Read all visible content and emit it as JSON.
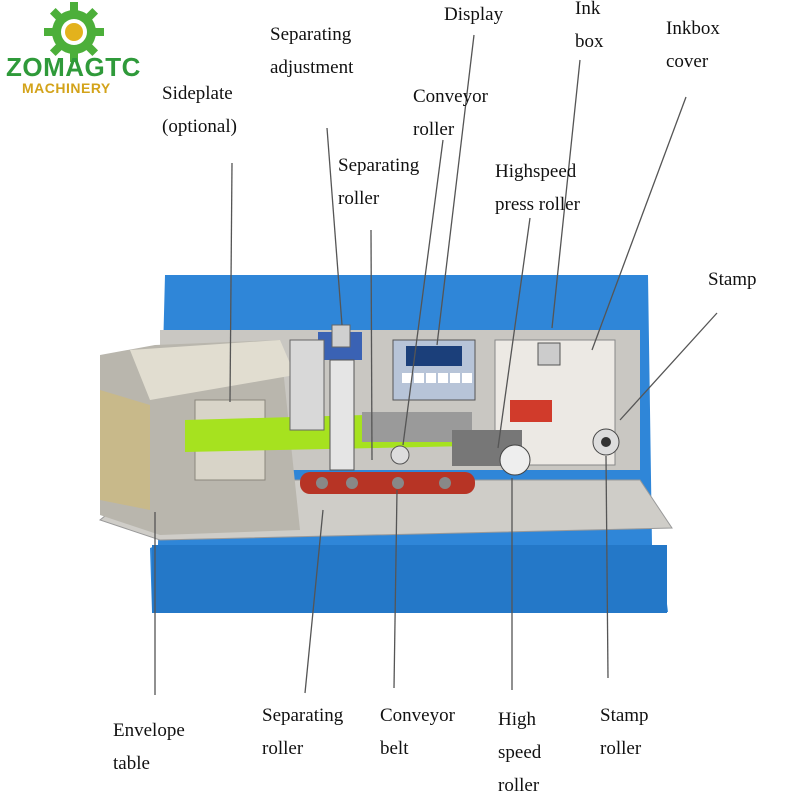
{
  "brand": {
    "name": "ZOMAGTC",
    "sub": "MACHINERY",
    "gear_color": "#4caf3a",
    "center_color": "#e3b21c"
  },
  "machine": {
    "body_color": "#2f86d8",
    "plate_color": "#d9d7d2",
    "accent_color": "#a6e21f",
    "belt_color": "#c0392b"
  },
  "labels": {
    "display": "Display",
    "ink_box": [
      "Ink",
      "box"
    ],
    "ink_box_cover": [
      "Ink",
      "box",
      "cover"
    ],
    "separating_adjustment": [
      "Separating",
      "adjustment"
    ],
    "side_plate": [
      "Side",
      "plate",
      "(optional)"
    ],
    "conveyor_roller": [
      "Conveyor",
      "roller"
    ],
    "separating_roller_top": [
      "Separating",
      "roller"
    ],
    "high_speed_press_roller": [
      "High",
      "speed",
      "press roller"
    ],
    "stamp": "Stamp",
    "envelope_table": [
      "Envelope",
      "table"
    ],
    "separating_roller_bottom": [
      "Separating",
      "roller"
    ],
    "conveyor_belt": [
      "Conveyor",
      "belt"
    ],
    "high_speed_roller": [
      "High",
      "speed",
      "roller"
    ],
    "stamp_roller": [
      "Stamp",
      "roller"
    ]
  }
}
